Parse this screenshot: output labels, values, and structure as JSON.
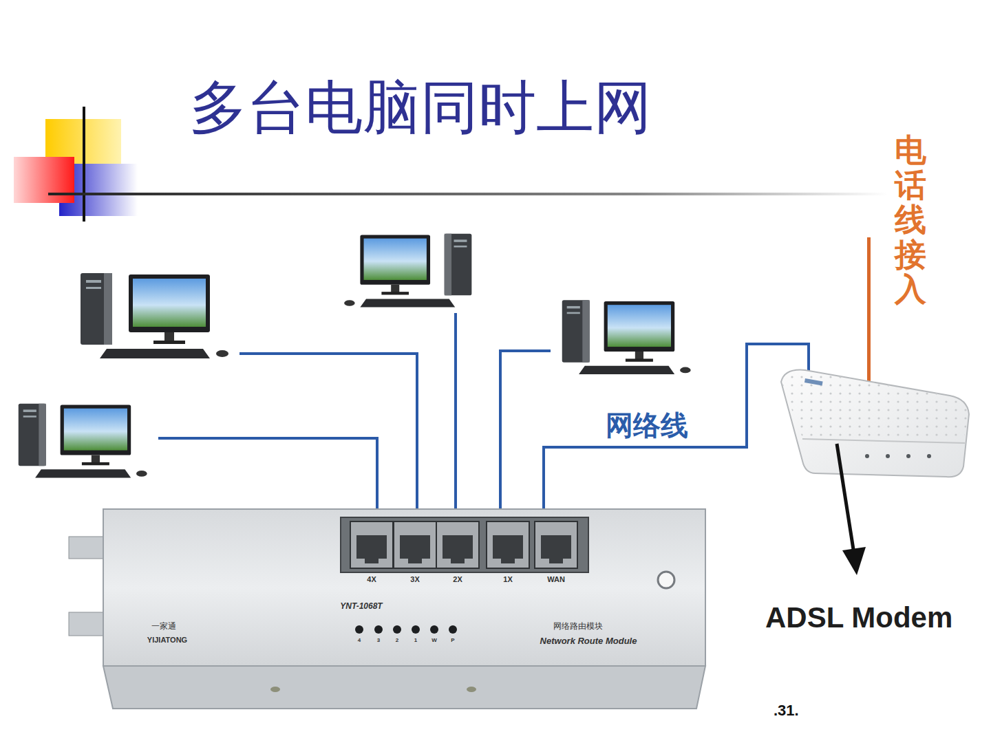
{
  "diagram": {
    "title": "多台电脑同时上网",
    "nodes": [
      {
        "text": [
          "4X",
          "3X",
          "2X",
          "1X",
          "WAN",
          "YNT-1068T",
          "4",
          "3",
          "2",
          "1",
          "W",
          "P",
          "一家通",
          "YIJIATONG",
          "网络路由模块",
          "Network Route Module"
        ]
      },
      {
        "text": [
          "ADSL Modem"
        ]
      }
    ],
    "edges": [
      {
        "from": 0,
        "to": 1,
        "arrow": "none",
        "label": "网络线"
      }
    ],
    "labels": [
      "电话线接入",
      ".31."
    ]
  }
}
